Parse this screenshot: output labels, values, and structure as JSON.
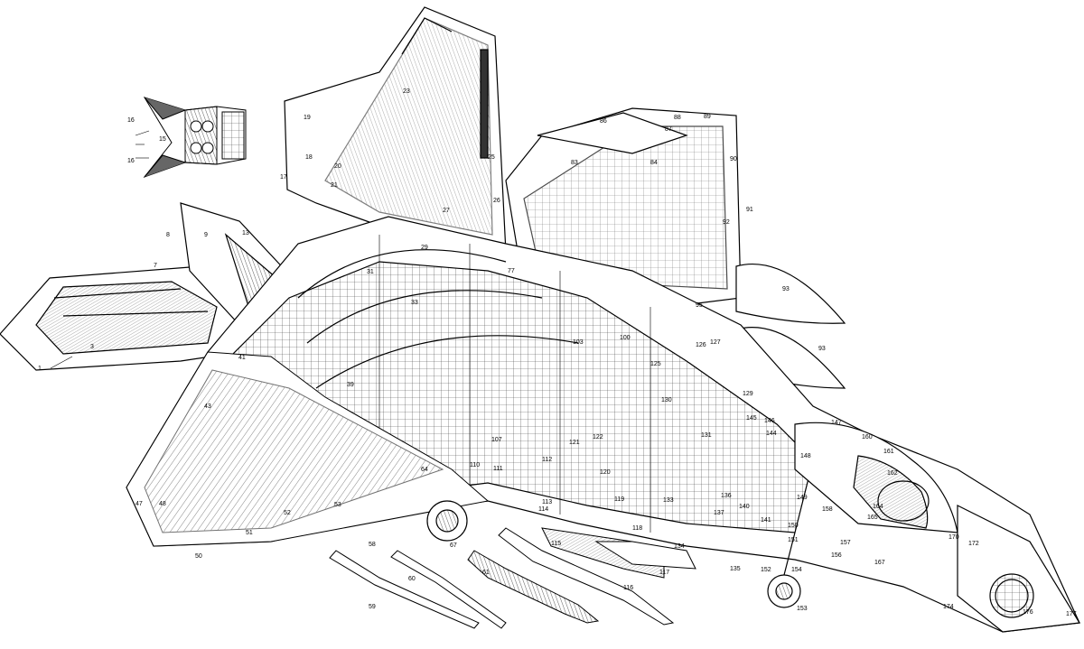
{
  "callouts": [
    {
      "n": "1"
    },
    {
      "n": "3"
    },
    {
      "n": "7"
    },
    {
      "n": "8"
    },
    {
      "n": "9"
    },
    {
      "n": "13"
    },
    {
      "n": "15"
    },
    {
      "n": "16"
    },
    {
      "n": "16b",
      "label": "16"
    },
    {
      "n": "17"
    },
    {
      "n": "18"
    },
    {
      "n": "19"
    },
    {
      "n": "20"
    },
    {
      "n": "21"
    },
    {
      "n": "23"
    },
    {
      "n": "25"
    },
    {
      "n": "26"
    },
    {
      "n": "27"
    },
    {
      "n": "29"
    },
    {
      "n": "31"
    },
    {
      "n": "33"
    },
    {
      "n": "39"
    },
    {
      "n": "41"
    },
    {
      "n": "43"
    },
    {
      "n": "47"
    },
    {
      "n": "48"
    },
    {
      "n": "50"
    },
    {
      "n": "51"
    },
    {
      "n": "52"
    },
    {
      "n": "53"
    },
    {
      "n": "58"
    },
    {
      "n": "59"
    },
    {
      "n": "60"
    },
    {
      "n": "61"
    },
    {
      "n": "64"
    },
    {
      "n": "67"
    },
    {
      "n": "77"
    },
    {
      "n": "83"
    },
    {
      "n": "84"
    },
    {
      "n": "86"
    },
    {
      "n": "87"
    },
    {
      "n": "88"
    },
    {
      "n": "89"
    },
    {
      "n": "90"
    },
    {
      "n": "91"
    },
    {
      "n": "92"
    },
    {
      "n": "93"
    },
    {
      "n": "93b",
      "label": "93"
    },
    {
      "n": "95"
    },
    {
      "n": "100"
    },
    {
      "n": "103"
    },
    {
      "n": "107"
    },
    {
      "n": "110"
    },
    {
      "n": "111"
    },
    {
      "n": "112"
    },
    {
      "n": "113"
    },
    {
      "n": "114"
    },
    {
      "n": "115"
    },
    {
      "n": "116"
    },
    {
      "n": "117"
    },
    {
      "n": "118"
    },
    {
      "n": "119"
    },
    {
      "n": "120"
    },
    {
      "n": "121"
    },
    {
      "n": "122"
    },
    {
      "n": "125"
    },
    {
      "n": "126"
    },
    {
      "n": "127"
    },
    {
      "n": "129"
    },
    {
      "n": "130"
    },
    {
      "n": "131"
    },
    {
      "n": "133"
    },
    {
      "n": "134"
    },
    {
      "n": "135"
    },
    {
      "n": "136"
    },
    {
      "n": "137"
    },
    {
      "n": "140"
    },
    {
      "n": "141"
    },
    {
      "n": "144"
    },
    {
      "n": "145"
    },
    {
      "n": "146"
    },
    {
      "n": "147"
    },
    {
      "n": "148"
    },
    {
      "n": "149"
    },
    {
      "n": "150"
    },
    {
      "n": "151"
    },
    {
      "n": "152"
    },
    {
      "n": "153"
    },
    {
      "n": "154"
    },
    {
      "n": "156"
    },
    {
      "n": "157"
    },
    {
      "n": "158"
    },
    {
      "n": "160"
    },
    {
      "n": "161"
    },
    {
      "n": "162"
    },
    {
      "n": "164"
    },
    {
      "n": "165"
    },
    {
      "n": "167"
    },
    {
      "n": "170"
    },
    {
      "n": "172"
    },
    {
      "n": "174"
    },
    {
      "n": "176"
    },
    {
      "n": "177"
    }
  ]
}
